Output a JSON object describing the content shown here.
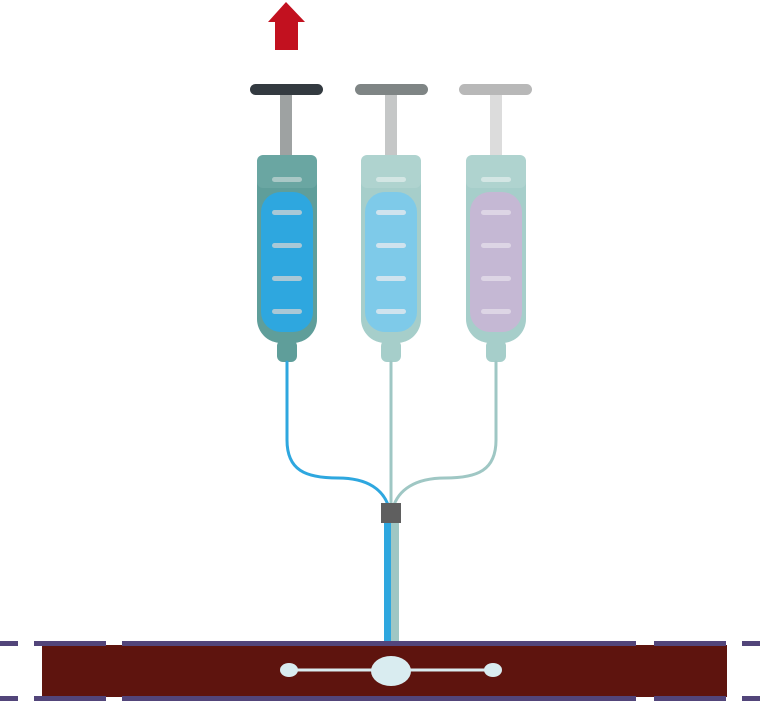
{
  "diagram": {
    "description_visible_text": "",
    "colors": {
      "arrow": "#c2111f",
      "vessel_blood": "#5e140e",
      "vessel_wall": "#52457a",
      "tube_active": "#2ea7df",
      "tube_inactive": "#9fc7c4",
      "connector": "#5f5f5f",
      "catheter_tip": "#d9ecf0",
      "syringe_1_fluid": "#2ea7df",
      "syringe_1_barrel": "#5f9e9a",
      "syringe_1_plunger": "#333a40",
      "syringe_2_fluid": "#7ecae9",
      "syringe_2_barrel": "#a6ceca",
      "syringe_2_plunger": "#7f8585",
      "syringe_3_fluid": "#c5b8d4",
      "syringe_3_barrel": "#a6ceca",
      "syringe_3_plunger": "#b8b8b8"
    },
    "syringes": [
      {
        "id": "syringe-1",
        "state": "active",
        "icon": "syringe-icon"
      },
      {
        "id": "syringe-2",
        "state": "idle",
        "icon": "syringe-icon"
      },
      {
        "id": "syringe-3",
        "state": "idle",
        "icon": "syringe-icon"
      }
    ],
    "indicator": {
      "icon": "up-arrow-icon",
      "meaning": "withdraw"
    }
  }
}
